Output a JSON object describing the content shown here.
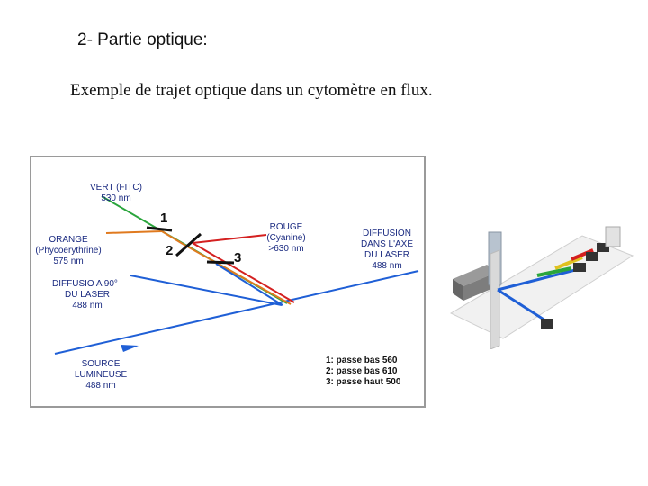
{
  "header": {
    "title": "2- Partie optique:",
    "subtitle": "Exemple de trajet optique dans un cytomètre en flux."
  },
  "diagram": {
    "labels": {
      "vert": "VERT (FITC)",
      "vert_nm": "530 nm",
      "orange": "ORANGE",
      "orange_dye": "(Phycoerythrine)",
      "orange_nm": "575 nm",
      "diffusio90": "DIFFUSIO A 90°",
      "diffusio90_b": "DU LASER",
      "diffusio90_nm": "488 nm",
      "source": "SOURCE",
      "source_b": "LUMINEUSE",
      "source_nm": "488 nm",
      "rouge": "ROUGE",
      "rouge_dye": "(Cyanine)",
      "rouge_nm": ">630 nm",
      "diffusion_axe": "DIFFUSION",
      "diffusion_axe_b": "DANS L'AXE",
      "diffusion_axe_c": "DU LASER",
      "diffusion_axe_nm": "488 nm"
    },
    "filters": [
      "1",
      "2",
      "3"
    ],
    "legend": [
      "1: passe bas 560",
      "2: passe bas 610",
      "3: passe haut 500"
    ],
    "colors": {
      "blue": "#1f5fd6",
      "green": "#2aa53c",
      "orange": "#e07a1f",
      "red": "#d42020",
      "label": "#1a2a80",
      "border": "#9a9a9a"
    }
  }
}
